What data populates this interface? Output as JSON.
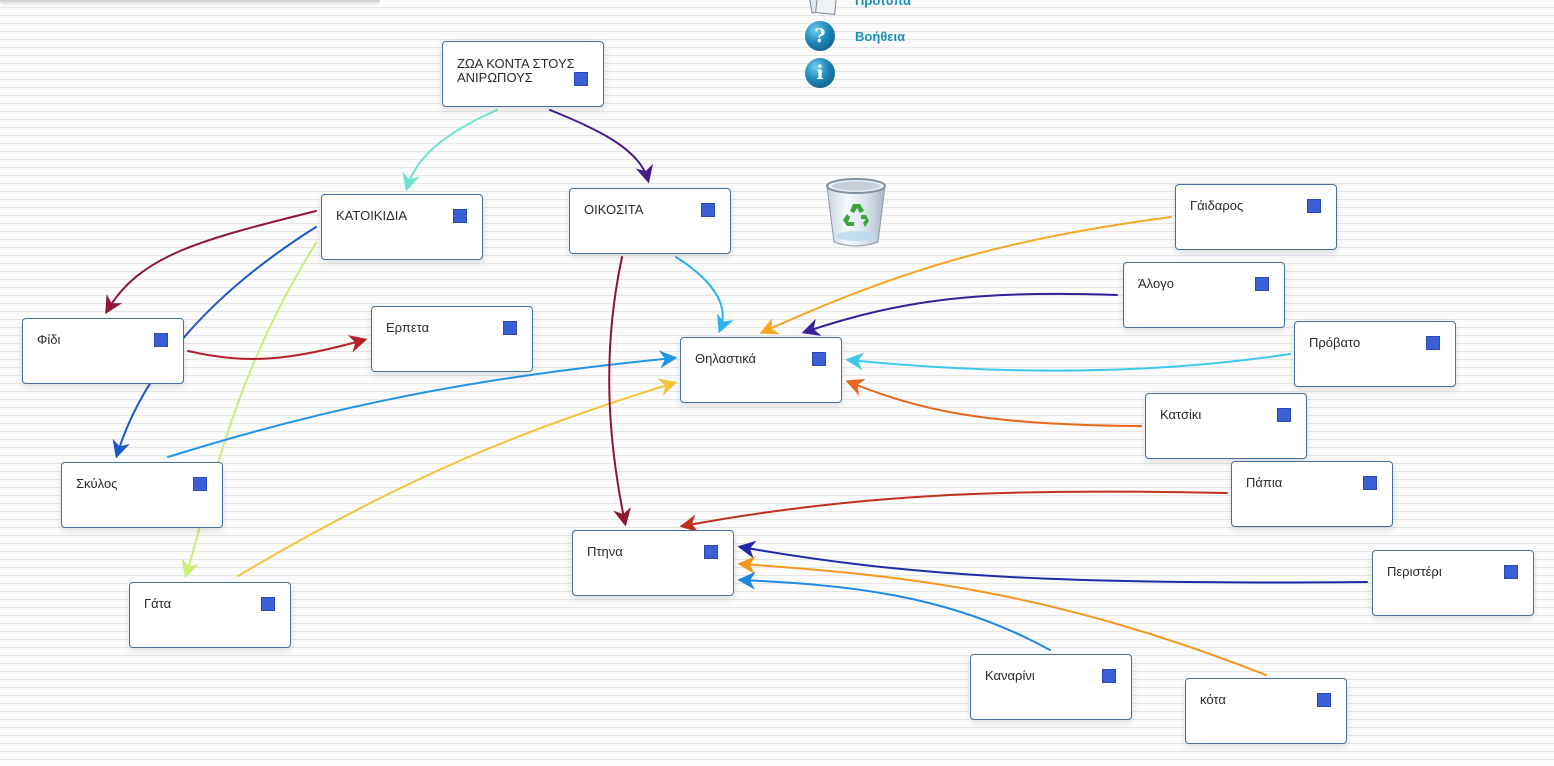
{
  "menu": {
    "templates_label": "Πρότυπα",
    "help_label": "Βοήθεια"
  },
  "icons": {
    "templates": "templates-icon",
    "help": "help-question-icon",
    "info": "info-icon",
    "trash": "recycle-bin-icon"
  },
  "nodes": {
    "root": "ΖΩΑ ΚΟΝΤΑ ΣΤΟΥΣ ΑΝΙΡΩΠΟΥΣ",
    "pets": "ΚΑΤΟΙΚΙΔΙΑ",
    "domestic": "ΟΙΚΟΣΙΤΑ",
    "snake": "Φίδι",
    "reptiles": "Ερπετα",
    "mammals": "Θηλαστικά",
    "dog": "Σκύλος",
    "cat": "Γάτα",
    "birds": "Πτηνα",
    "donkey": "Γάιδαρος",
    "horse": "Άλογο",
    "sheep": "Πρόβατο",
    "goat": "Κατσίκι",
    "duck": "Πάπια",
    "pigeon": "Περιστέρι",
    "canary": "Καναρίνι",
    "chicken": "κότα"
  },
  "edge_colors": {
    "root_pets": "#6fe3cf",
    "root_domestic": "#4b1a8c",
    "pets_snake": "#8e1838",
    "pets_dog": "#1c58c8",
    "pets_cat": "#c8ef78",
    "snake_reptiles": "#b5202c",
    "dog_mammals": "#2196e8",
    "cat_mammals": "#f3c33a",
    "domestic_mammals": "#2ab3ef",
    "domestic_birds": "#8e1530",
    "donkey_mammals": "#f5a623",
    "horse_mammals": "#3a1e9a",
    "sheep_mammals": "#3ec9ec",
    "goat_mammals": "#e8671a",
    "duck_birds": "#c0301e",
    "pigeon_birds": "#1e2ba8",
    "chicken_birds": "#f5961e",
    "canary_birds": "#1e88e5"
  }
}
